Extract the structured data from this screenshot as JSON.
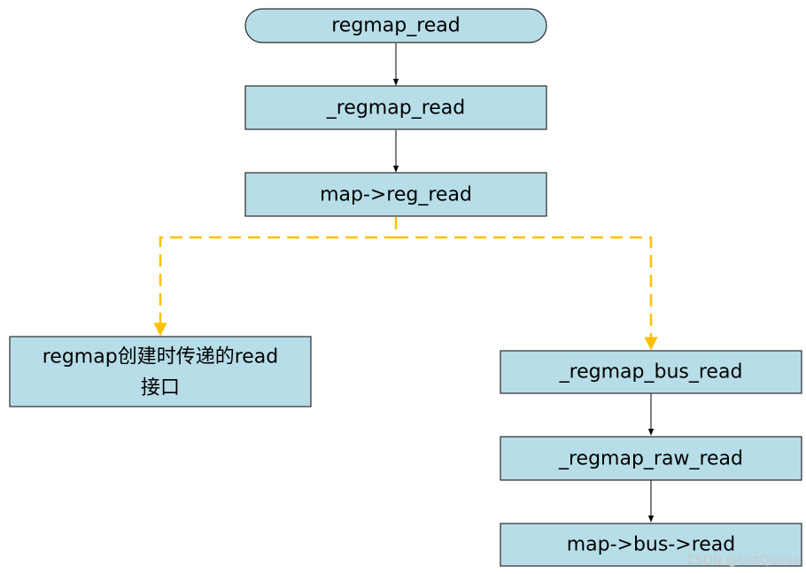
{
  "nodes": {
    "regmap_read": "regmap_read",
    "_regmap_read": "_regmap_read",
    "reg_read": "map->reg_read",
    "create_read_line1": "regmap创建时传递的read",
    "create_read_line2": "接口",
    "bus_read": "_regmap_bus_read",
    "raw_read": "_regmap_raw_read",
    "bus_op_read": "map->bus->read"
  },
  "watermark": "CSDN @ListQueue",
  "colors": {
    "box_fill": "#b7dde8",
    "box_stroke": "#2b2b2b",
    "dashed_edge": "#ffc000",
    "solid_edge": "#000000"
  }
}
